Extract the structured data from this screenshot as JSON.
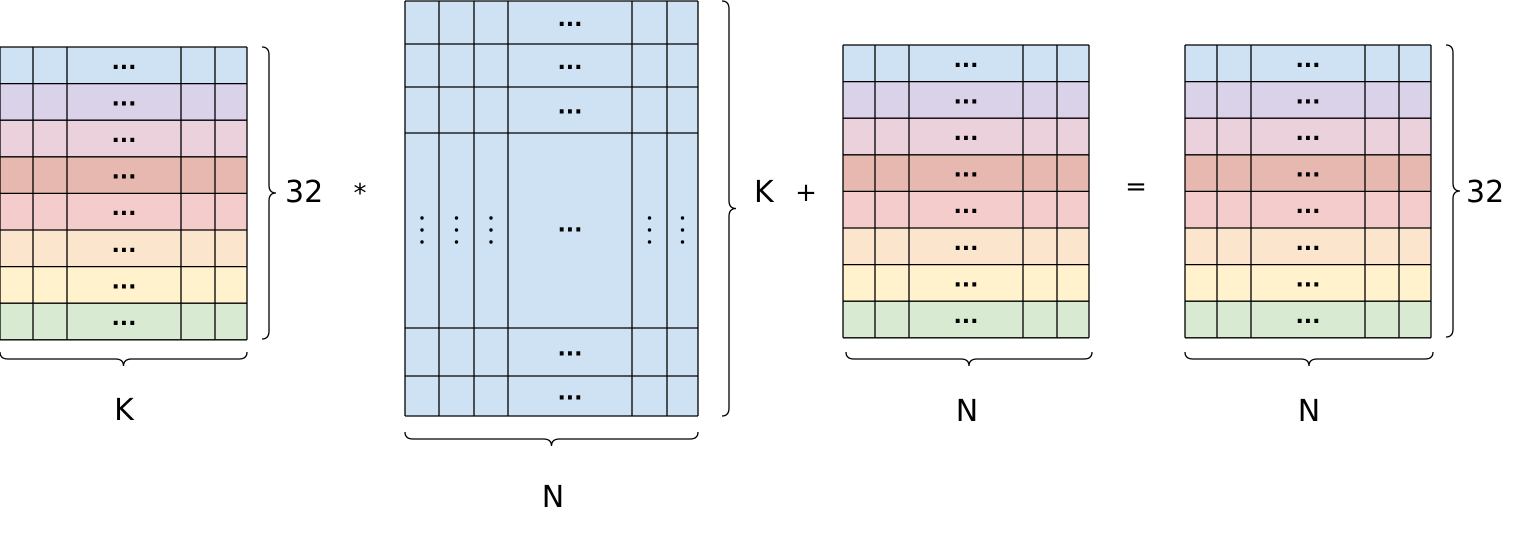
{
  "colors": {
    "blue": "#cfe2f3",
    "lavender": "#d9d2e9",
    "pink_light": "#ead1dc",
    "salmon": "#e6b8af",
    "pink": "#f4cccc",
    "peach": "#fce5cd",
    "yellow": "#fff2cc",
    "green": "#d9ead3",
    "line": "#000000"
  },
  "row_colors": [
    "blue",
    "lavender",
    "pink_light",
    "salmon",
    "pink",
    "peach",
    "yellow",
    "green"
  ],
  "ellipsis_h": "···",
  "ellipsis_v": "⋮",
  "matrix_a": {
    "name": "matrix-a",
    "rows_label": "32",
    "cols_label": "K"
  },
  "matrix_b": {
    "name": "matrix-b",
    "rows_label": "K",
    "cols_label": "N"
  },
  "matrix_c": {
    "name": "matrix-c",
    "cols_label": "N"
  },
  "matrix_out": {
    "name": "matrix-out",
    "rows_label": "32",
    "cols_label": "N"
  },
  "operators": {
    "multiply": "*",
    "add": "+",
    "equals": "="
  }
}
